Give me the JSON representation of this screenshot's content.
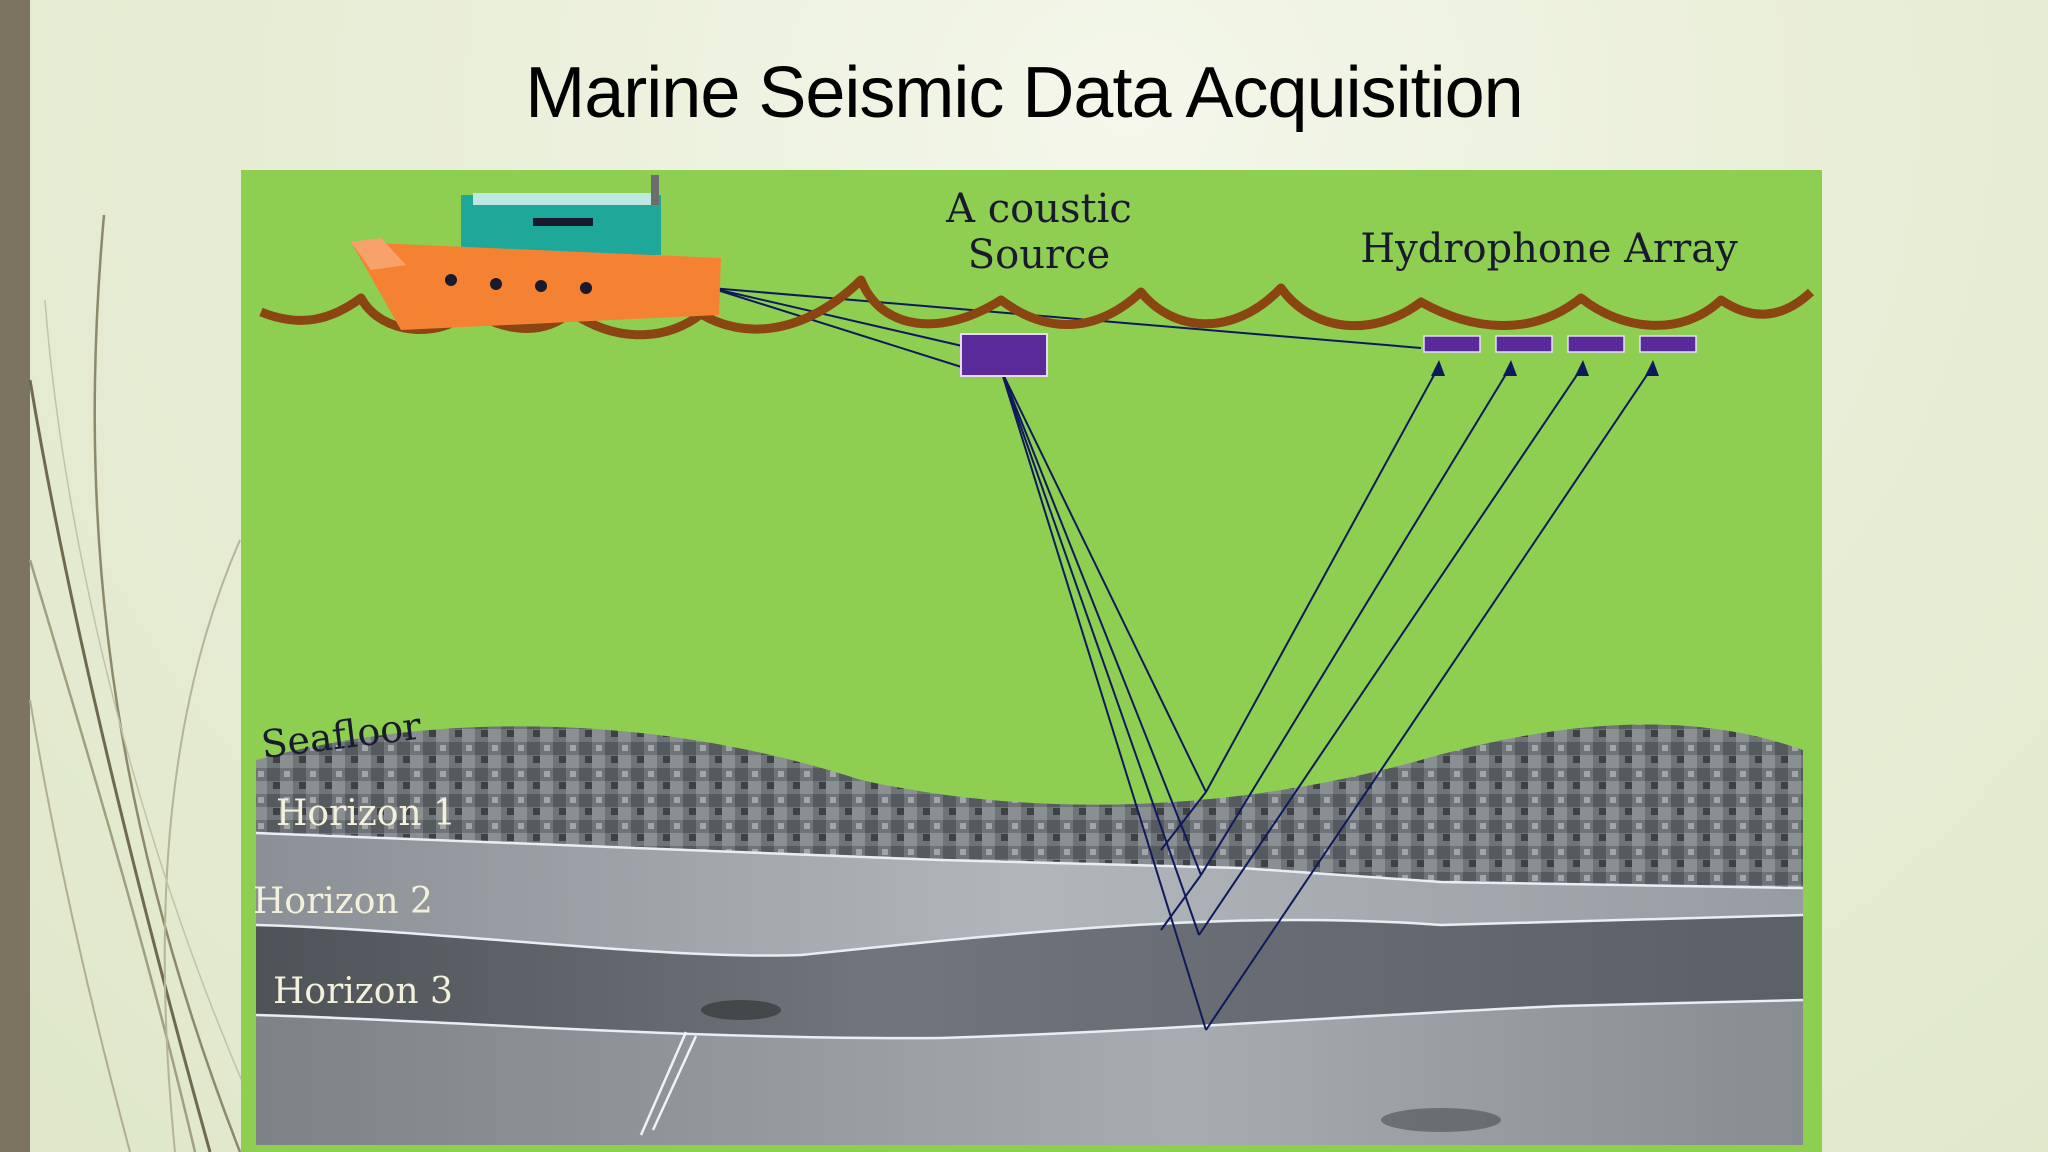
{
  "slide": {
    "title": "Marine Seismic Data Acquisition"
  },
  "diagram": {
    "labels": {
      "acoustic_source_line1": "A coustic",
      "acoustic_source_line2": "Source",
      "hydrophone_array": "Hydrophone Array",
      "seafloor": "Seafloor",
      "horizon_1": "Horizon 1",
      "horizon_2": "Horizon 2",
      "horizon_3": "Horizon 3"
    },
    "colors": {
      "water": "#8ecf51",
      "waves": "#8b4513",
      "ship_hull": "#f58233",
      "ship_cabin": "#1ea89a",
      "source_block": "#5b2a9a",
      "ray_lines": "#0f1a5c",
      "accent": "#a63216"
    }
  }
}
